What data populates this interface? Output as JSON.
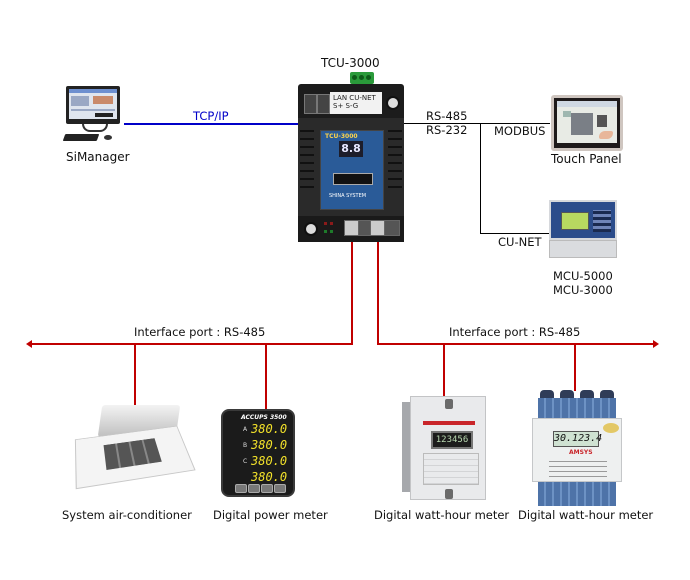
{
  "diagram": {
    "hub": {
      "name": "TCU-3000",
      "plate_lines": [
        "LAN  CU-NET",
        "      S+ S-G"
      ],
      "panel_title": "TCU-3000",
      "display": "8.8",
      "panel_brand": "SHINA SYSTEM"
    },
    "links": {
      "tcp_ip": "TCP/IP",
      "rs485": "RS-485",
      "rs232": "RS-232",
      "modbus": "MODBUS",
      "cu_net": "CU-NET",
      "interface_left": "Interface port : RS-485",
      "interface_right": "Interface port : RS-485"
    },
    "nodes": {
      "simanager": "SiManager",
      "touch_panel": "Touch Panel",
      "mcu_line1": "MCU-5000",
      "mcu_line2": "MCU-3000",
      "air_conditioner": "System air-conditioner",
      "power_meter": "Digital power meter",
      "watt_meter_1": "Digital watt-hour meter",
      "watt_meter_2": "Digital watt-hour meter"
    },
    "power_meter_display": {
      "brand": "ACCUPS 3500",
      "rows": [
        {
          "label": "A",
          "value": "380.0"
        },
        {
          "label": "B",
          "value": "380.0"
        },
        {
          "label": "C",
          "value": "380.0"
        },
        {
          "label": "",
          "value": "380.0"
        }
      ]
    },
    "watt_meter_1_display": "123456",
    "watt_meter_2_display": {
      "value": "30.123.4",
      "brand": "AMSYS"
    },
    "colors": {
      "tcp_line": "#0000c8",
      "serial_line": "#000000",
      "rs485_bus": "#c00000"
    }
  }
}
